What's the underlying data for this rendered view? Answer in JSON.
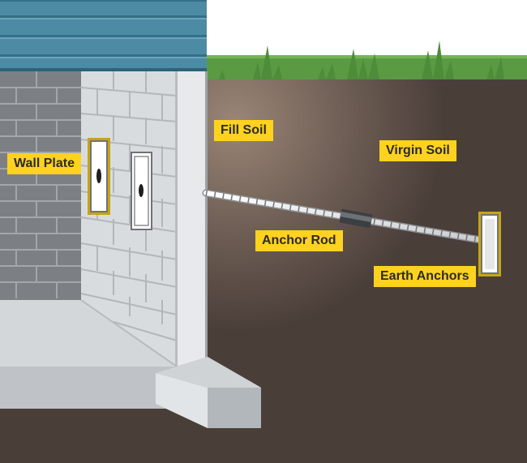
{
  "labels": {
    "wall_plate": "Wall Plate",
    "fill_soil": "Fill Soil",
    "virgin_soil": "Virgin Soil",
    "anchor_rod": "Anchor Rod",
    "earth_anchors": "Earth Anchors"
  },
  "colors": {
    "label_background": "#ffd21f",
    "siding": "#4d8ba5",
    "grass": "#5a9a43",
    "soil": "#4a3e39",
    "fill_soil": "#8c776b",
    "block_wall": "#e4e6e8"
  }
}
